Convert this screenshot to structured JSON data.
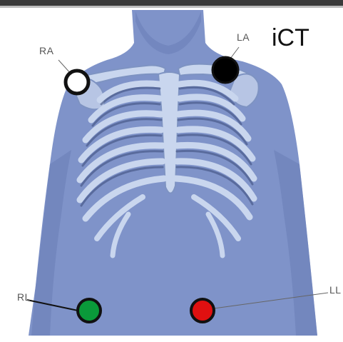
{
  "brand": "iCT",
  "electrodes": {
    "ra": {
      "label": "RA",
      "color": "#ffffff"
    },
    "la": {
      "label": "LA",
      "color": "#000000"
    },
    "rl": {
      "label": "RL",
      "color": "#0a9a3a"
    },
    "ll": {
      "label": "LL",
      "color": "#e01010"
    }
  },
  "colors": {
    "skin": "#7f93c9",
    "skin_dark": "#5e73aa",
    "bone": "#c9d6ee",
    "bone_shadow": "#7e93c2",
    "electrode_rim": "#111111"
  }
}
